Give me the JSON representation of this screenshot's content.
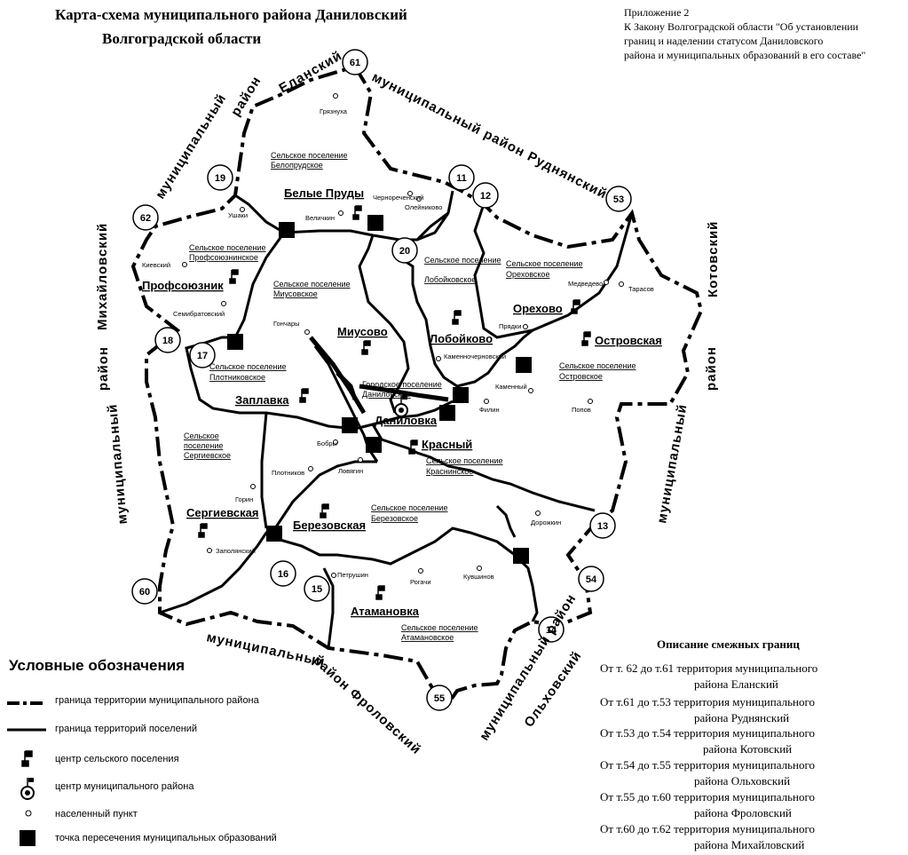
{
  "title": {
    "line1": "Карта-схема муниципального района Даниловский",
    "line2": "Волгоградской области"
  },
  "appendix": {
    "line1": "Приложение 2",
    "line2": "К Закону Волгоградской области \"Об установлении",
    "line3": "границ и наделении статусом Даниловского",
    "line4": "района и муниципальных образований в его составе\""
  },
  "points": [
    "61",
    "11",
    "12",
    "53",
    "19",
    "62",
    "20",
    "18",
    "17",
    "13",
    "54",
    "60",
    "16",
    "15",
    "14",
    "55"
  ],
  "neighbors": {
    "elansky_1": "муниципальный",
    "elansky_2": "район",
    "elansky_3": "Еланский",
    "rudnyansky": "муниципальный район Руднянский",
    "kotovsky": "Котовский",
    "kotovsky_2": "район",
    "kotovsky_3": "муниципальный",
    "mikhaylovsky": "Михайловский",
    "mikhaylovsky_2": "район",
    "mikhaylovsky_3": "муниципальный",
    "frolovsky_1": "муниципальный",
    "frolovsky_2": "район Фроловский",
    "olkhovsky_1": "муниципальный район",
    "olkhovsky_2": "Ольховский"
  },
  "settlements": {
    "belopr_1": "Сельское поселение",
    "belopr_2": "Белопрудское",
    "prof_1": "Сельское поселение",
    "prof_2": "Профсоюзнинское",
    "mius_1": "Сельское поселение",
    "mius_2": "Миусовское",
    "lob_1": "Сельское поселение",
    "lob_2": "Лобойковское",
    "orekh_1": "Сельское поселение",
    "orekh_2": "Ореховское",
    "ostr_1": "Сельское поселение",
    "ostr_2": "Островское",
    "plot_1": "Сельское поселение",
    "plot_2": "Плотниковское",
    "gor_1": "Городское поселение",
    "gor_2": "Даниловское",
    "serg_1": "Сельское",
    "serg_2": "поселение",
    "serg_3": "Сергиевское",
    "kras_1": "Сельское поселение",
    "kras_2": "Краснинское",
    "ber_1": "Сельское поселение",
    "ber_2": "Березовское",
    "atam_1": "Сельское поселение",
    "atam_2": "Атамановское"
  },
  "centers": {
    "belye_prudy": "Белые Пруды",
    "profsoyuznik": "Профсоюзник",
    "miusovo": "Миусово",
    "loboykovo": "Лобойково",
    "orekhovo": "Орехово",
    "ostrovskaya": "Островская",
    "zaplavka": "Заплавка",
    "danilovka": "Даниловка",
    "krasny": "Красный",
    "sergievskaya": "Сергиевская",
    "berezovskaya": "Березовская",
    "atamanovka": "Атамановка"
  },
  "villages": {
    "gryaznukha": "Грязнуха",
    "chernorechensky": "Чернореченский",
    "velichkin": "Величкин",
    "oleynikovo": "Олейниково",
    "ushaki": "Ушаки",
    "kievsky": "Киевский",
    "semibratovsky": "Семибратовский",
    "goncharyi": "Гончары",
    "medvedevo": "Медведево",
    "tarasov": "Тарасов",
    "pryadki": "Прядки",
    "kamennochernovsky": "Каменночерновский",
    "kamenny": "Каменный",
    "filin": "Филин",
    "popov": "Попов",
    "bobry": "Бобры",
    "plotnikov": "Плотников",
    "lovyagin": "Ловягин",
    "gorin": "Горин",
    "zapolyansky": "Заполянский",
    "dorozhkin": "Дорожкин",
    "petrushin": "Петрушин",
    "rogachi": "Рогачи",
    "kuvshinov": "Кувшинов"
  },
  "legend": {
    "heading": "Условные обозначения",
    "district_border": "граница территории муниципального района",
    "settlement_border": "граница территорий поселений",
    "rural_center": "центр сельского поселения",
    "district_center": "центр муниципального района",
    "locality": "населенный пункт",
    "intersection": "точка пересечения муниципальных образований"
  },
  "description": {
    "heading": "Описание смежных границ",
    "rows": [
      {
        "a": "От т. 62 до т.61 территория муниципального",
        "b": "района Еланский"
      },
      {
        "a": "От т.61 до т.53 территория муниципального",
        "b": "района Руднянский"
      },
      {
        "a": "От т.53 до т.54 территория муниципального",
        "b": "района Котовский"
      },
      {
        "a": "От т.54 до т.55 территория муниципального",
        "b": "района Ольховский"
      },
      {
        "a": "От т.55 до т.60 территория муниципального",
        "b": "района Фроловский"
      },
      {
        "a": "От т.60 до т.62 территория муниципального",
        "b": "района Михайловский"
      }
    ]
  },
  "colors": {
    "ink": "#000000",
    "paper": "#ffffff"
  }
}
